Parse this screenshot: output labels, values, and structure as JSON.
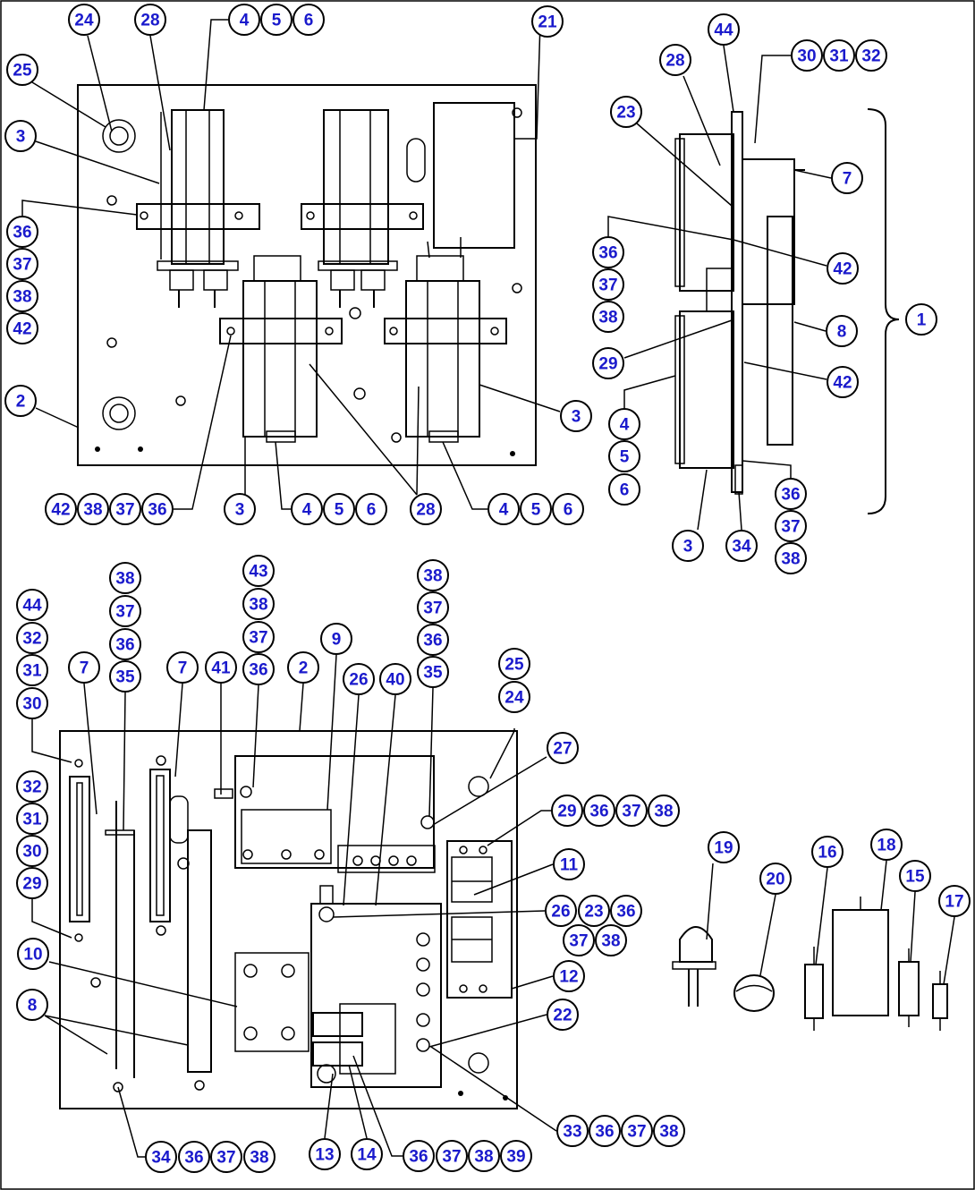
{
  "diagram": {
    "callouts": [
      [
        "24",
        94,
        22
      ],
      [
        "28",
        168,
        22
      ],
      [
        "4",
        273,
        22
      ],
      [
        "5",
        309,
        22
      ],
      [
        "6",
        345,
        22
      ],
      [
        "21",
        612,
        24
      ],
      [
        "25",
        25,
        78
      ],
      [
        "3",
        23,
        152
      ],
      [
        "36",
        25,
        259
      ],
      [
        "37",
        25,
        295
      ],
      [
        "38",
        25,
        331
      ],
      [
        "42",
        25,
        367
      ],
      [
        "2",
        23,
        448
      ],
      [
        "42",
        68,
        569
      ],
      [
        "38",
        104,
        569
      ],
      [
        "37",
        140,
        569
      ],
      [
        "36",
        176,
        569
      ],
      [
        "3",
        268,
        569
      ],
      [
        "4",
        343,
        569
      ],
      [
        "5",
        379,
        569
      ],
      [
        "6",
        415,
        569
      ],
      [
        "28",
        476,
        569
      ],
      [
        "4",
        563,
        569
      ],
      [
        "5",
        599,
        569
      ],
      [
        "6",
        635,
        569
      ],
      [
        "3",
        644,
        465
      ],
      [
        "44",
        809,
        33
      ],
      [
        "30",
        902,
        62
      ],
      [
        "31",
        938,
        62
      ],
      [
        "32",
        974,
        62
      ],
      [
        "28",
        755,
        67
      ],
      [
        "23",
        700,
        125
      ],
      [
        "7",
        947,
        199
      ],
      [
        "36",
        680,
        282
      ],
      [
        "37",
        680,
        318
      ],
      [
        "38",
        680,
        354
      ],
      [
        "42",
        942,
        300
      ],
      [
        "1",
        1030,
        357
      ],
      [
        "8",
        941,
        370
      ],
      [
        "29",
        680,
        406
      ],
      [
        "42",
        942,
        427
      ],
      [
        "4",
        698,
        474
      ],
      [
        "5",
        698,
        510
      ],
      [
        "6",
        698,
        547
      ],
      [
        "36",
        884,
        552
      ],
      [
        "37",
        884,
        588
      ],
      [
        "38",
        884,
        624
      ],
      [
        "3",
        769,
        610
      ],
      [
        "34",
        829,
        610
      ],
      [
        "38",
        140,
        646
      ],
      [
        "43",
        289,
        638
      ],
      [
        "38",
        484,
        643
      ],
      [
        "44",
        36,
        676
      ],
      [
        "37",
        140,
        683
      ],
      [
        "38",
        289,
        675
      ],
      [
        "37",
        484,
        679
      ],
      [
        "32",
        36,
        713
      ],
      [
        "36",
        140,
        720
      ],
      [
        "37",
        289,
        712
      ],
      [
        "36",
        484,
        715
      ],
      [
        "31",
        36,
        749
      ],
      [
        "35",
        140,
        756
      ],
      [
        "7",
        94,
        746
      ],
      [
        "7",
        204,
        746
      ],
      [
        "41",
        247,
        746
      ],
      [
        "36",
        289,
        748
      ],
      [
        "2",
        339,
        746
      ],
      [
        "9",
        376,
        714
      ],
      [
        "26",
        401,
        759
      ],
      [
        "40",
        442,
        759
      ],
      [
        "35",
        484,
        751
      ],
      [
        "25",
        575,
        742
      ],
      [
        "24",
        575,
        779
      ],
      [
        "30",
        36,
        786
      ],
      [
        "27",
        629,
        836
      ],
      [
        "29",
        634,
        906
      ],
      [
        "36",
        670,
        906
      ],
      [
        "37",
        706,
        906
      ],
      [
        "38",
        742,
        906
      ],
      [
        "32",
        36,
        879
      ],
      [
        "31",
        36,
        915
      ],
      [
        "30",
        36,
        951
      ],
      [
        "29",
        36,
        987
      ],
      [
        "19",
        809,
        947
      ],
      [
        "16",
        925,
        952
      ],
      [
        "18",
        991,
        944
      ],
      [
        "20",
        867,
        982
      ],
      [
        "11",
        636,
        966
      ],
      [
        "15",
        1023,
        979
      ],
      [
        "17",
        1067,
        1007
      ],
      [
        "26",
        627,
        1018
      ],
      [
        "23",
        664,
        1018
      ],
      [
        "36",
        700,
        1018
      ],
      [
        "37",
        647,
        1051
      ],
      [
        "38",
        683,
        1051
      ],
      [
        "10",
        37,
        1066
      ],
      [
        "12",
        636,
        1091
      ],
      [
        "8",
        36,
        1123
      ],
      [
        "22",
        629,
        1134
      ],
      [
        "33",
        640,
        1264
      ],
      [
        "36",
        676,
        1264
      ],
      [
        "37",
        712,
        1264
      ],
      [
        "38",
        748,
        1264
      ],
      [
        "13",
        363,
        1290
      ],
      [
        "14",
        410,
        1290
      ],
      [
        "34",
        180,
        1293
      ],
      [
        "36",
        217,
        1293
      ],
      [
        "37",
        253,
        1293
      ],
      [
        "38",
        290,
        1293
      ],
      [
        "36",
        468,
        1292
      ],
      [
        "37",
        505,
        1292
      ],
      [
        "38",
        541,
        1292
      ],
      [
        "39",
        577,
        1292
      ]
    ]
  }
}
